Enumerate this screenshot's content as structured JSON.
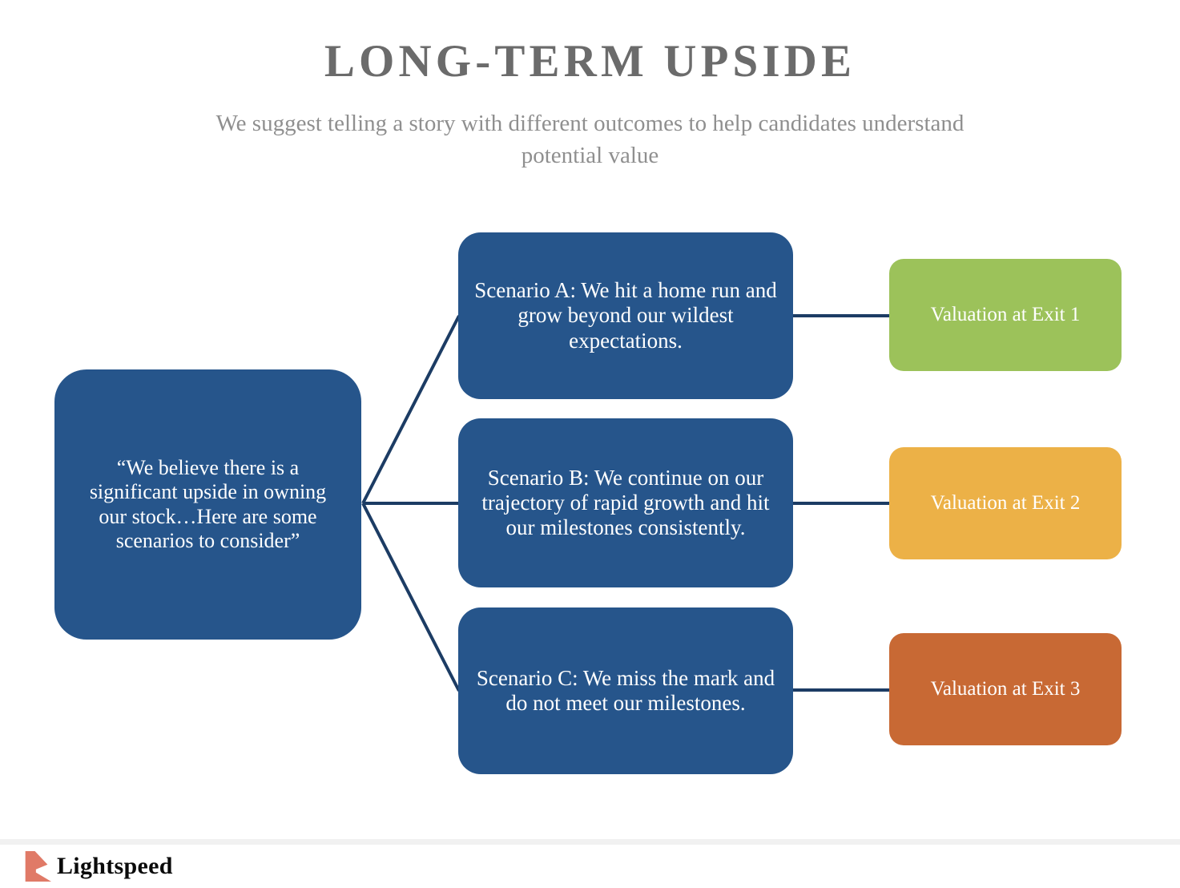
{
  "slide": {
    "title": "LONG-TERM UPSIDE",
    "subtitle": "We suggest telling a story with different outcomes to help candidates understand potential value"
  },
  "quote": {
    "text": "“We believe there is a significant upside in owning our stock…Here are some scenarios to consider”"
  },
  "scenarios": [
    {
      "text": "Scenario A: We hit a home run and grow beyond our wildest expectations.",
      "valuation": "Valuation at Exit 1",
      "valuation_color": "#9cc25a"
    },
    {
      "text": "Scenario B: We continue on our trajectory of rapid growth and hit our milestones consistently.",
      "valuation": "Valuation at Exit 2",
      "valuation_color": "#ecb147"
    },
    {
      "text": "Scenario C: We miss the mark and do not meet our milestones.",
      "valuation": "Valuation at Exit 3",
      "valuation_color": "#c86934"
    }
  ],
  "colors": {
    "box_blue": "#26558b",
    "connector_navy": "#1c3c64",
    "title_gray": "#6b6b6b",
    "subtitle_gray": "#8f8f8f",
    "logo_salmon": "#e07a67"
  },
  "footer": {
    "logo_text": "Lightspeed"
  }
}
